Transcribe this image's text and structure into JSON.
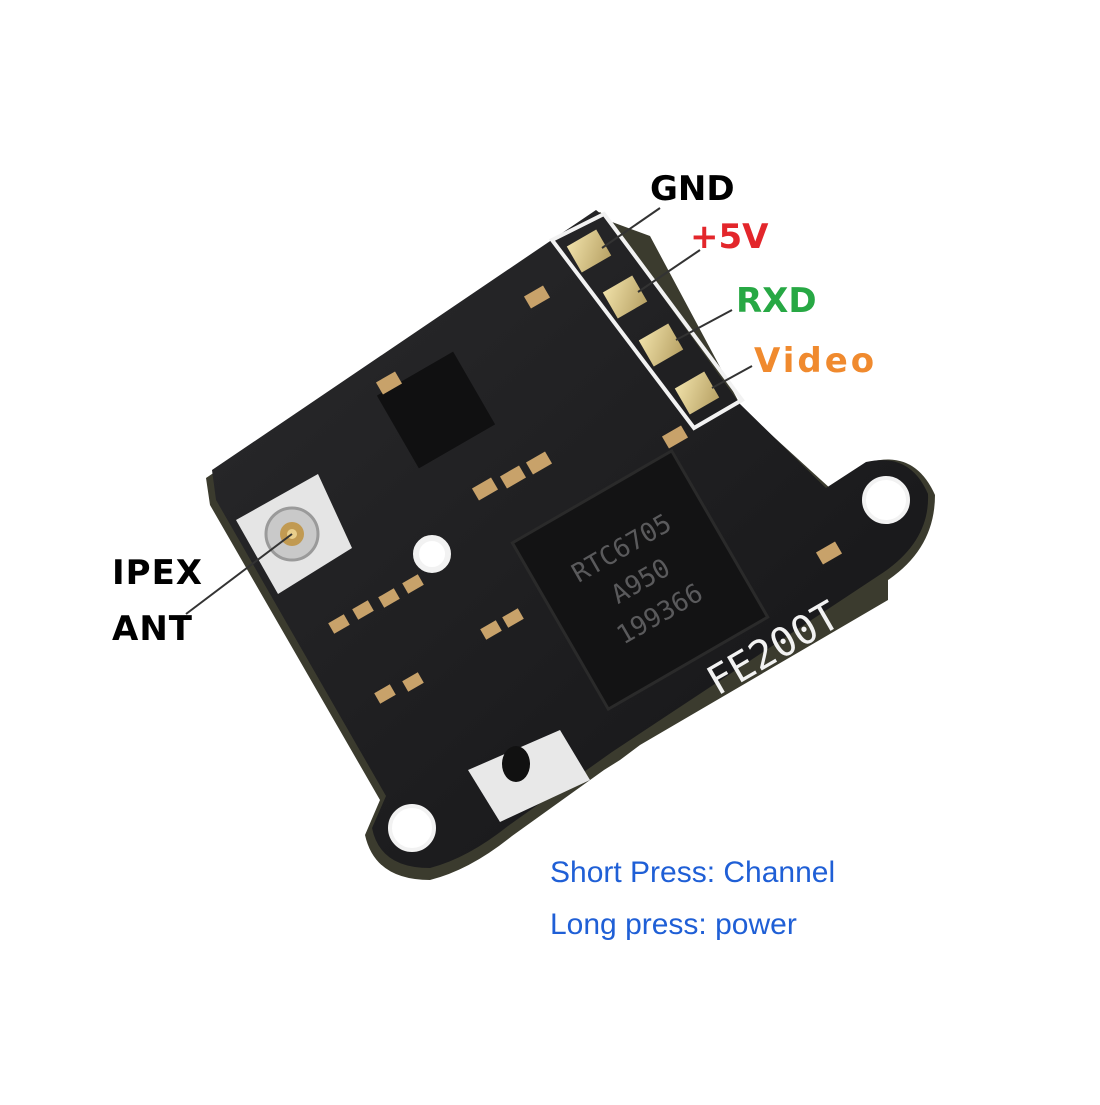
{
  "pin_labels": {
    "gnd": "GND",
    "v5": "+5V",
    "rxd": "RXD",
    "video": "Video"
  },
  "antenna_label": {
    "line1": "IPEX",
    "line2": "ANT"
  },
  "chip_marking": {
    "line1": "RTC6705",
    "line2": "A950",
    "line3": "199366"
  },
  "board_marking": "FE200T",
  "notes": {
    "short_press": "Short Press: Channel",
    "long_press": "Long press: power"
  },
  "colors": {
    "gnd": "#000000",
    "v5": "#e3262b",
    "rxd": "#27a844",
    "video": "#f08a2e",
    "note": "#1f5fd6",
    "board": "#1c1c1e",
    "silkscreen": "#f2f2f2",
    "pad": "#d8c58a"
  }
}
